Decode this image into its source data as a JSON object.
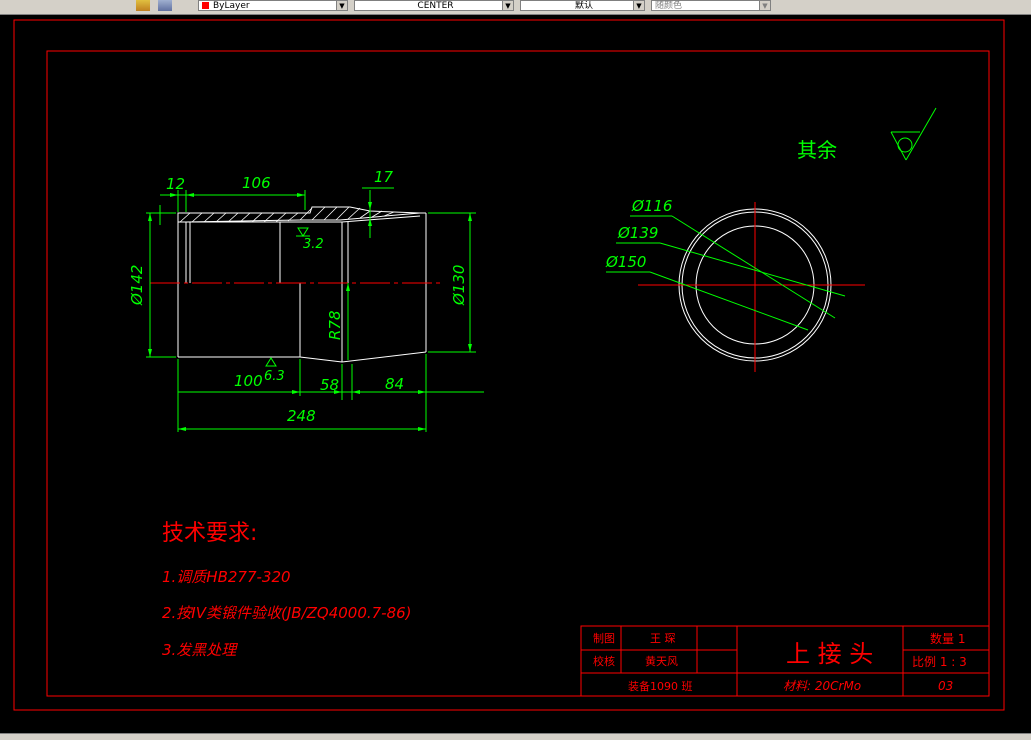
{
  "toolbar": {
    "color_combo": "ByLayer",
    "linetype_combo": "CENTER",
    "lineweight_combo": "默认",
    "plotstyle_combo": "随颜色"
  },
  "drawing": {
    "dims": {
      "d12": "12",
      "d106": "106",
      "d17": "17",
      "d142": "Ø142",
      "d130": "Ø130",
      "r78": "R78",
      "d100": "100",
      "d58": "58",
      "d84": "84",
      "d248": "248",
      "d116": "Ø116",
      "d139": "Ø139",
      "d150": "Ø150"
    },
    "roughness": {
      "r32": "3.2",
      "r63": "6.3",
      "rest_label": "其余"
    },
    "tech_req": {
      "title": "技术要求:",
      "item1": "1.调质HB277-320",
      "item2": "2.按IV类锻件验收(JB/ZQ4000.7-86)",
      "item3": "3.发黑处理"
    },
    "title_block": {
      "drawn_label": "制图",
      "drawn_name": "王 琛",
      "check_label": "校核",
      "check_name": "黄天风",
      "part_name": "上 接 头",
      "qty_label": "数量 1",
      "scale_label": "比例 1 : 3",
      "org": "装备1090 班",
      "material": "材料:  20CrMo",
      "sheet": "03"
    }
  },
  "colors": {
    "background": "#000000",
    "border": "#ff0000",
    "dimension": "#00ff00",
    "geometry": "#ffffff",
    "centerline": "#ff0000"
  }
}
